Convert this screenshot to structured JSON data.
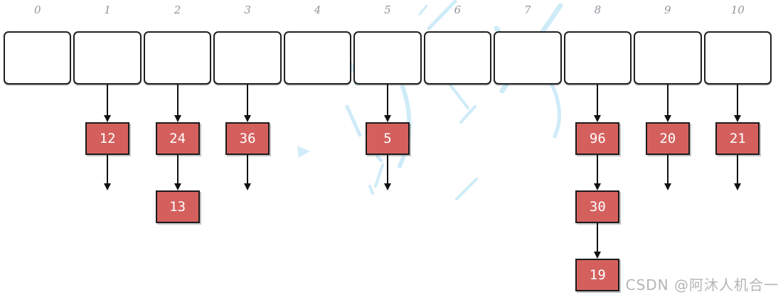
{
  "diagram_title": "hash-table-separate-chaining",
  "colors": {
    "node_fill": "#d4605e",
    "node_border": "#1b1b1b",
    "node_text": "#ffffff",
    "cell_border": "#1f1f1f",
    "index_label": "#94949c",
    "arrow": "#111111",
    "watermark_scribble": "#a6daf3",
    "watermark_text": "#b4b4b4"
  },
  "hash_table": {
    "bucket_count": 11,
    "indices": [
      "0",
      "1",
      "2",
      "3",
      "4",
      "5",
      "6",
      "7",
      "8",
      "9",
      "10"
    ],
    "buckets": [
      {
        "index": "0",
        "chain": [],
        "null_arrow": false
      },
      {
        "index": "1",
        "chain": [
          "12"
        ],
        "null_arrow": true
      },
      {
        "index": "2",
        "chain": [
          "24",
          "13"
        ],
        "null_arrow": false
      },
      {
        "index": "3",
        "chain": [
          "36"
        ],
        "null_arrow": true
      },
      {
        "index": "4",
        "chain": [],
        "null_arrow": false
      },
      {
        "index": "5",
        "chain": [
          "5"
        ],
        "null_arrow": true
      },
      {
        "index": "6",
        "chain": [],
        "null_arrow": false
      },
      {
        "index": "7",
        "chain": [],
        "null_arrow": false
      },
      {
        "index": "8",
        "chain": [
          "96",
          "30",
          "19"
        ],
        "null_arrow": false
      },
      {
        "index": "9",
        "chain": [
          "20"
        ],
        "null_arrow": true
      },
      {
        "index": "10",
        "chain": [
          "21"
        ],
        "null_arrow": true
      }
    ]
  },
  "watermark": {
    "text": "CSDN @阿沐人机合一"
  }
}
